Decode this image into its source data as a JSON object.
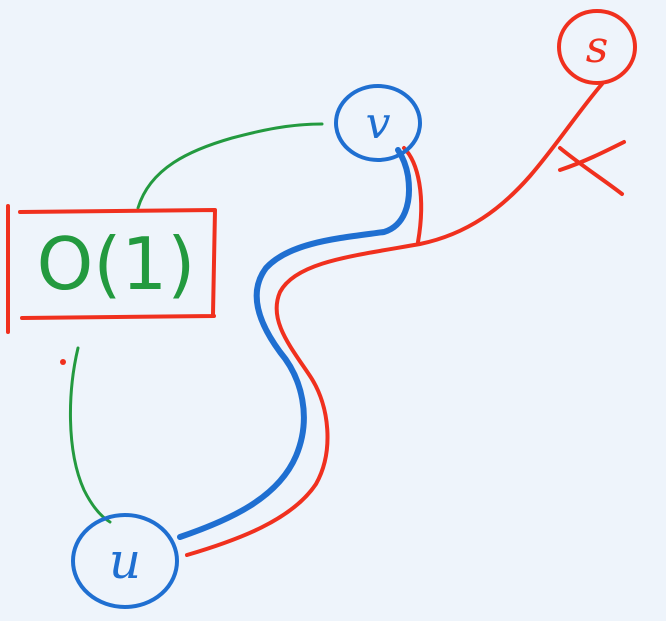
{
  "colors": {
    "background": "#eef4fb",
    "blue": "#1f6fd1",
    "red": "#f0301e",
    "green": "#239a3f"
  },
  "nodes": {
    "u": {
      "label": "u",
      "color": "blue"
    },
    "v": {
      "label": "v",
      "color": "blue"
    },
    "s": {
      "label": "s",
      "color": "red"
    }
  },
  "annotation_box": {
    "text": "O(1)",
    "box_color": "red",
    "text_color": "green"
  },
  "edges": [
    {
      "from": "u",
      "to": "v",
      "color": "blue",
      "style": "path"
    },
    {
      "from": "u",
      "to": "s",
      "color": "red",
      "style": "path"
    },
    {
      "from": "u",
      "to": "v",
      "color": "green",
      "style": "shortcut",
      "annotation": "O(1)"
    }
  ],
  "cross_mark": {
    "symbol": "X",
    "color": "red"
  }
}
